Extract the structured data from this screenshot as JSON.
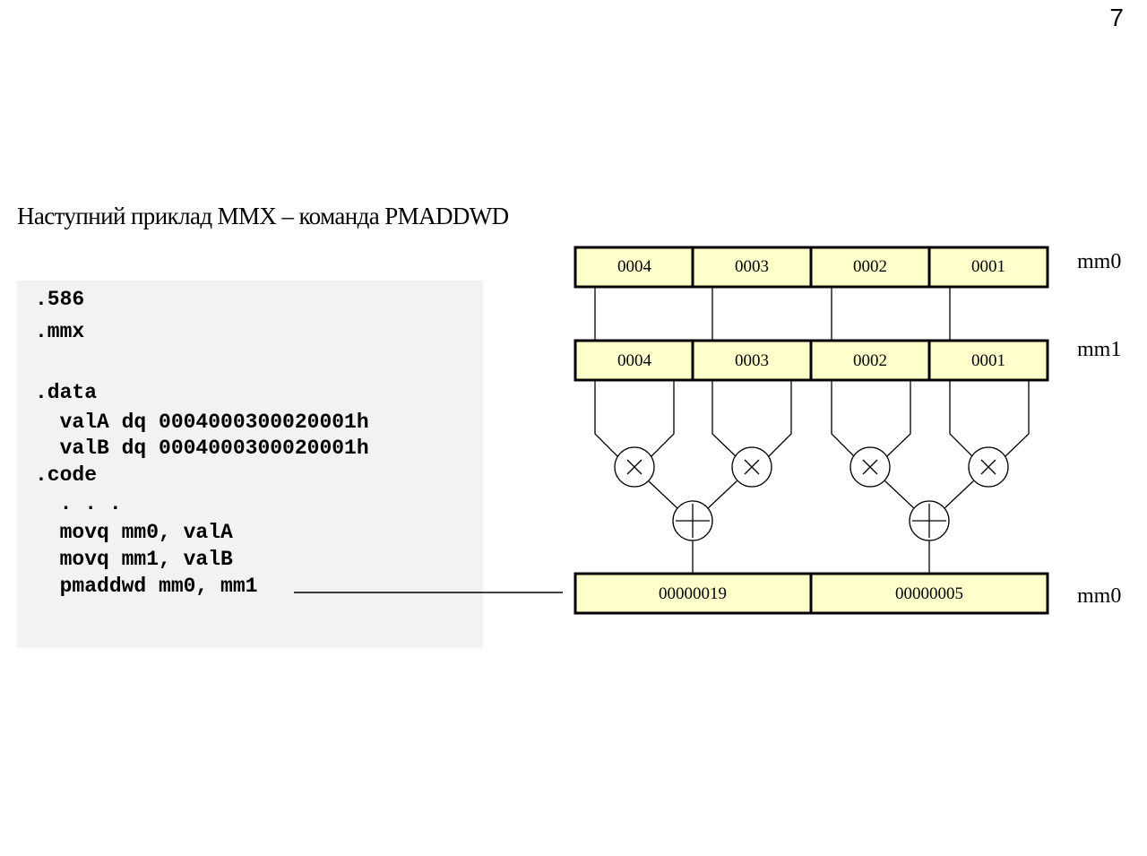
{
  "page_number": "7",
  "title": "Наступний приклад MMX  – команда PMADDWD",
  "code": [
    ".586",
    ".mmx",
    ".data",
    "  valA dq 0004000300020001h",
    "  valB dq 0004000300020001h",
    ".code",
    "  . . .",
    "  movq mm0, valA",
    "  movq mm1, valB",
    "  pmaddwd mm0, mm1"
  ],
  "registers": {
    "mm0_source": {
      "label": "mm0",
      "cells": [
        "0004",
        "0003",
        "0002",
        "0001"
      ]
    },
    "mm1_source": {
      "label": "mm1",
      "cells": [
        "0004",
        "0003",
        "0002",
        "0001"
      ]
    },
    "mm0_result": {
      "label": "mm0",
      "cells": [
        "00000019",
        "00000005"
      ]
    }
  },
  "colors": {
    "cell_fill": "#ffffcc",
    "code_panel": "#f2f2f2",
    "stroke": "#000000"
  }
}
